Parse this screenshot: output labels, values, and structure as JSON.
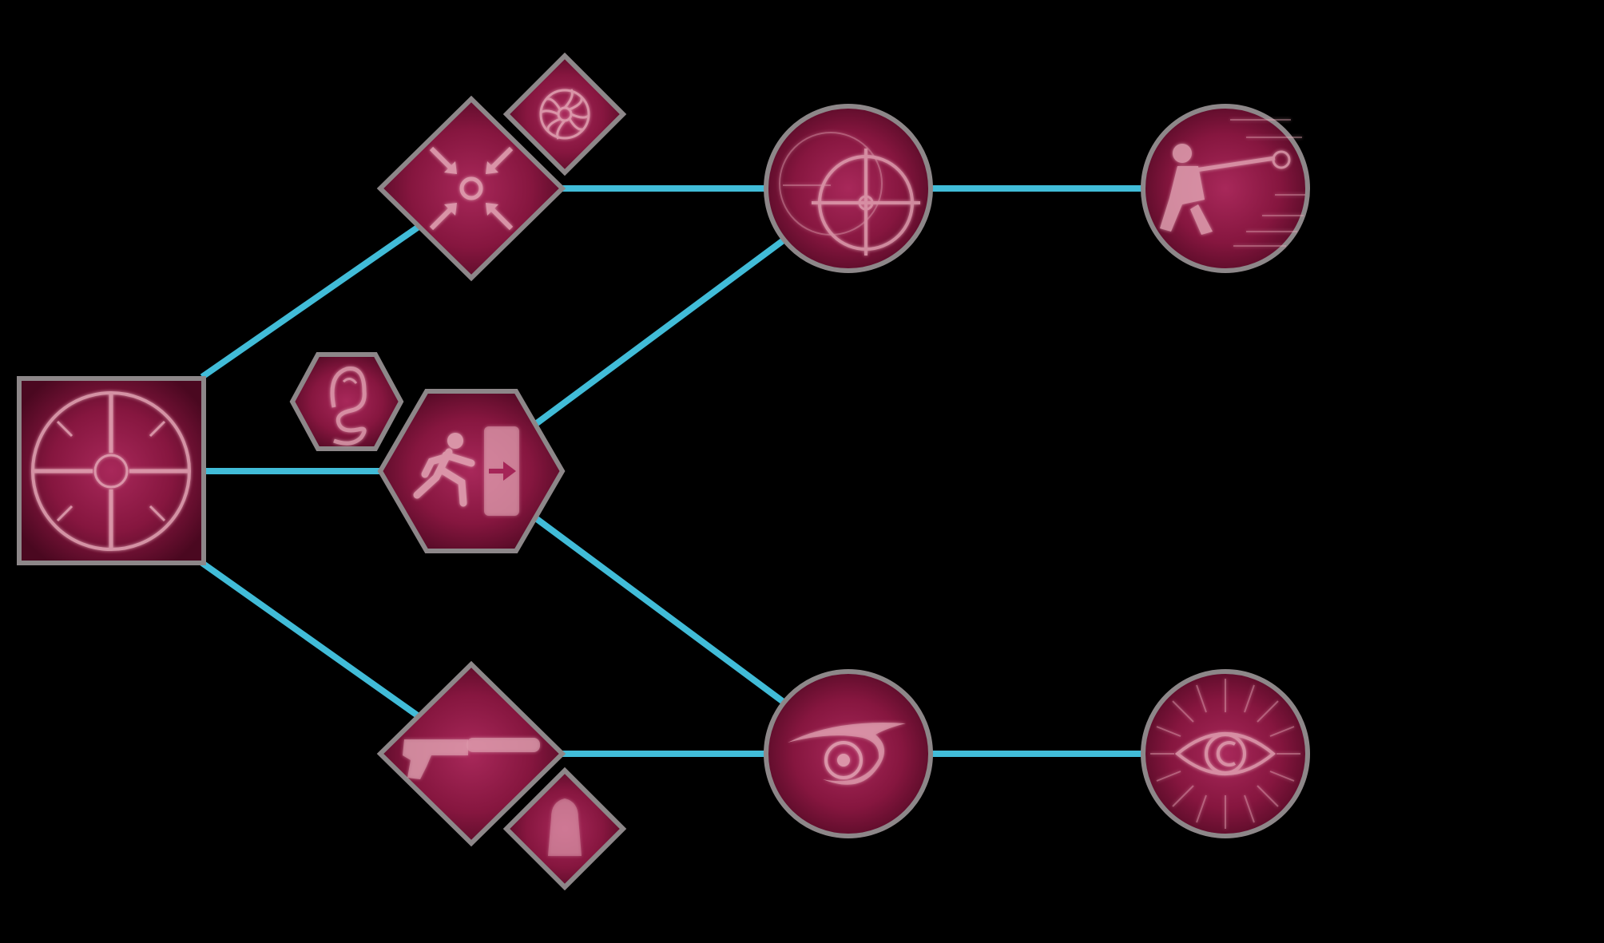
{
  "theme": {
    "background": "#000000",
    "connector": "#41bcd8",
    "frame": "#8d8789",
    "fill_inner": "#9c2048",
    "fill_outer": "#4a0820",
    "icon": "#e6a9b8"
  },
  "nodes": [
    {
      "id": "crosshair-root",
      "icon": "crosshair-scope-icon",
      "shape": "square"
    },
    {
      "id": "converge",
      "icon": "converging-arrows-icon",
      "shape": "diamond"
    },
    {
      "id": "converge-mod",
      "icon": "radial-burst-icon",
      "shape": "diamond-small"
    },
    {
      "id": "escape",
      "icon": "running-exit-icon",
      "shape": "hexagon"
    },
    {
      "id": "escape-mod",
      "icon": "smoke-figure-icon",
      "shape": "hexagon-small"
    },
    {
      "id": "silencer",
      "icon": "silenced-pistol-icon",
      "shape": "diamond"
    },
    {
      "id": "silencer-mod",
      "icon": "cloaked-figure-icon",
      "shape": "diamond-small"
    },
    {
      "id": "scope-lock",
      "icon": "double-scope-icon",
      "shape": "circle"
    },
    {
      "id": "marksman",
      "icon": "kneeling-sniper-icon",
      "shape": "circle"
    },
    {
      "id": "hawk-eye",
      "icon": "hawk-eye-icon",
      "shape": "circle"
    },
    {
      "id": "all-seeing",
      "icon": "radiant-eye-icon",
      "shape": "circle"
    }
  ],
  "links": [
    [
      "crosshair-root",
      "converge"
    ],
    [
      "crosshair-root",
      "escape"
    ],
    [
      "crosshair-root",
      "silencer"
    ],
    [
      "converge",
      "scope-lock"
    ],
    [
      "escape",
      "scope-lock"
    ],
    [
      "escape",
      "hawk-eye"
    ],
    [
      "silencer",
      "hawk-eye"
    ],
    [
      "scope-lock",
      "marksman"
    ],
    [
      "hawk-eye",
      "all-seeing"
    ]
  ]
}
